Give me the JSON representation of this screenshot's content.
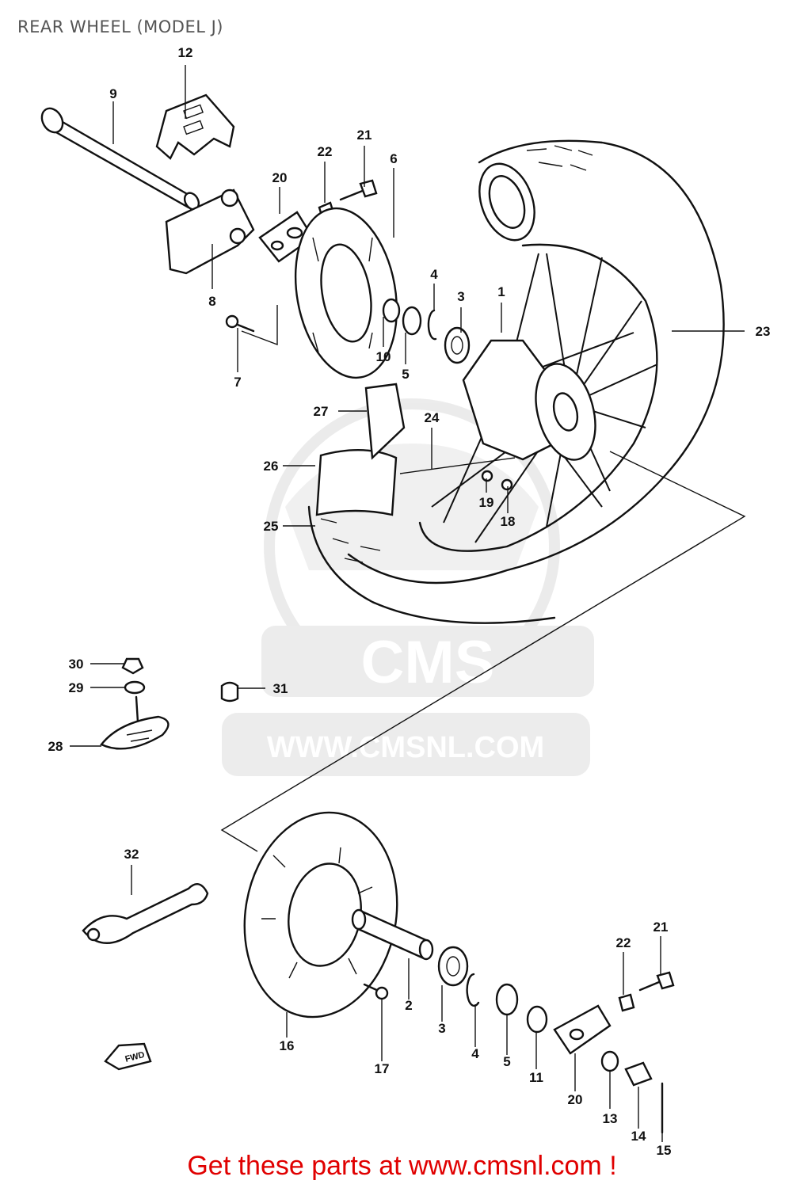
{
  "title": "REAR WHEEL (MODEL J)",
  "watermark": {
    "brand": "CMS",
    "url": "WWW.CMSNL.COM",
    "color": "#dcdcdc"
  },
  "fwd_label": "FWD",
  "footer": {
    "text": "Get these parts at www.cmsnl.com !",
    "color": "#e00000"
  },
  "part_labels": {
    "p1": "1",
    "p2": "2",
    "p3a": "3",
    "p3b": "3",
    "p4a": "4",
    "p4b": "4",
    "p5a": "5",
    "p5b": "5",
    "p6": "6",
    "p7": "7",
    "p8": "8",
    "p9": "9",
    "p10": "10",
    "p11": "11",
    "p12": "12",
    "p13": "13",
    "p14": "14",
    "p15": "15",
    "p16": "16",
    "p17": "17",
    "p18": "18",
    "p19": "19",
    "p20a": "20",
    "p20b": "20",
    "p21a": "21",
    "p21b": "21",
    "p22a": "22",
    "p22b": "22",
    "p23": "23",
    "p24": "24",
    "p25": "25",
    "p26": "26",
    "p27": "27",
    "p28": "28",
    "p29": "29",
    "p30": "30",
    "p31": "31",
    "p32": "32"
  }
}
